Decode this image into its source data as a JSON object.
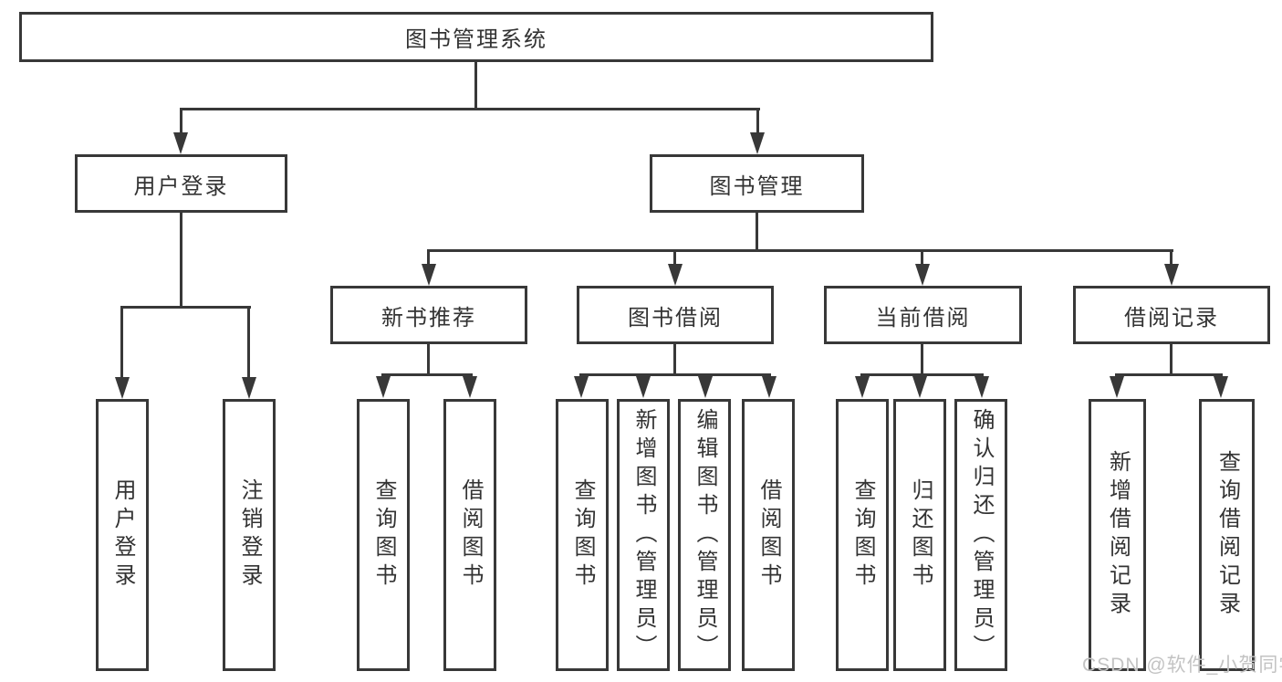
{
  "diagram": {
    "root": {
      "label": "图书管理系统"
    },
    "branches": [
      {
        "label": "用户登录",
        "leaves": [
          {
            "label": "用户登录"
          },
          {
            "label": "注销登录"
          }
        ]
      },
      {
        "label": "图书管理",
        "sections": [
          {
            "label": "新书推荐",
            "leaves": [
              {
                "label": "查询图书"
              },
              {
                "label": "借阅图书"
              }
            ]
          },
          {
            "label": "图书借阅",
            "leaves": [
              {
                "label": "查询图书"
              },
              {
                "label": "新增图书（管理员）"
              },
              {
                "label": "编辑图书（管理员）"
              },
              {
                "label": "借阅图书"
              }
            ]
          },
          {
            "label": "当前借阅",
            "leaves": [
              {
                "label": "查询图书"
              },
              {
                "label": "归还图书"
              },
              {
                "label": "确认归还（管理员）"
              }
            ]
          },
          {
            "label": "借阅记录",
            "leaves": [
              {
                "label": "新增借阅记录"
              },
              {
                "label": "查询借阅记录"
              }
            ]
          }
        ]
      }
    ]
  },
  "colors": {
    "line": "#383838",
    "text": "#333333",
    "watermark": "#c3c3c3",
    "background": "#ffffff"
  },
  "watermark": {
    "text": "CSDN @软件_小贺同学"
  }
}
